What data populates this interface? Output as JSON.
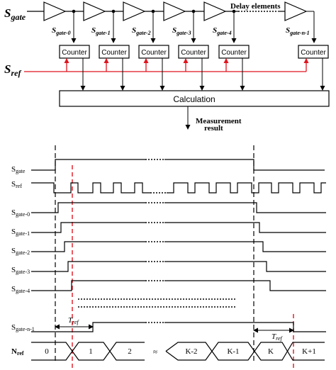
{
  "block_diagram": {
    "sgate_label": "gate",
    "sref_label": "ref",
    "delay_elements_label": "Delay elements",
    "counter_label": "Counter",
    "calculation_label": "Calculation",
    "measurement_result_line1": "Measurement",
    "measurement_result_line2": "result",
    "tap_labels": [
      "gate-0",
      "gate-1",
      "gate-2",
      "gate-3",
      "gate-4",
      "gate-n-1"
    ],
    "red_signal_color": "#e0141e"
  },
  "timing_diagram": {
    "signal_labels": {
      "sgate": "gate",
      "sref": "ref",
      "g0": "gate-0",
      "g1": "gate-1",
      "g2": "gate-2",
      "g3": "gate-3",
      "g4": "gate-4",
      "gn1": "gate-n-1",
      "nref": "ref"
    },
    "tref_label": "ref",
    "counter_values": [
      "0",
      "1",
      "2",
      "K-2",
      "K-1",
      "K",
      "K+1"
    ],
    "break_symbol": "≈"
  }
}
